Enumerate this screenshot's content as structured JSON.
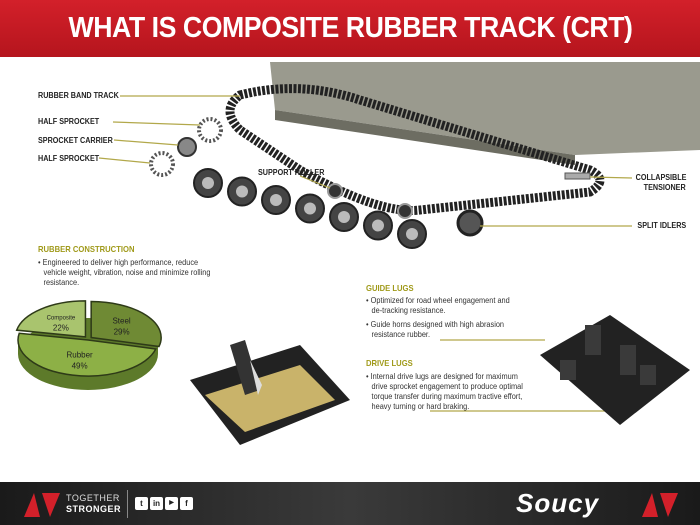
{
  "title": "WHAT IS COMPOSITE RUBBER TRACK (CRT)",
  "labels": {
    "rubber_band_track": "RUBBER BAND TRACK",
    "half_sprocket_1": "HALF SPROCKET",
    "sprocket_carrier": "SPROCKET CARRIER",
    "half_sprocket_2": "HALF SPROCKET",
    "support_roller": "SUPPORT ROLLER",
    "collapsible": "COLLAPSIBLE",
    "tensioner": "TENSIONER",
    "split_idlers": "SPLIT IDLERS"
  },
  "rubber_construction": {
    "heading": "RUBBER CONSTRUCTION",
    "bullets": [
      "Engineered to deliver high performance, reduce vehicle weight, vibration, noise and minimize rolling resistance."
    ]
  },
  "guide_lugs": {
    "heading": "GUIDE LUGS",
    "bullets": [
      "Optimized for road wheel engagement and de-tracking resistance.",
      "Guide horns designed with high abrasion resistance rubber."
    ]
  },
  "drive_lugs": {
    "heading": "DRIVE LUGS",
    "bullets": [
      "Internal drive lugs are designed for maximum drive sprocket engagement to produce optimal torque transfer during maximum tractive effort, heavy turning or hard braking."
    ]
  },
  "chart_data": {
    "type": "pie",
    "title": "",
    "slices": [
      {
        "label": "Composite",
        "value": 22,
        "display": "22%",
        "color": "#a9c46e"
      },
      {
        "label": "Steel",
        "value": 29,
        "display": "29%",
        "color": "#6f8a34"
      },
      {
        "label": "Rubber",
        "value": 49,
        "display": "49%",
        "color": "#8db046"
      }
    ]
  },
  "footer": {
    "tagline_1": "TOGETHER",
    "tagline_2": "STRONGER",
    "social": [
      "twitter",
      "linkedin",
      "youtube",
      "facebook"
    ],
    "brand": "Soucy"
  }
}
